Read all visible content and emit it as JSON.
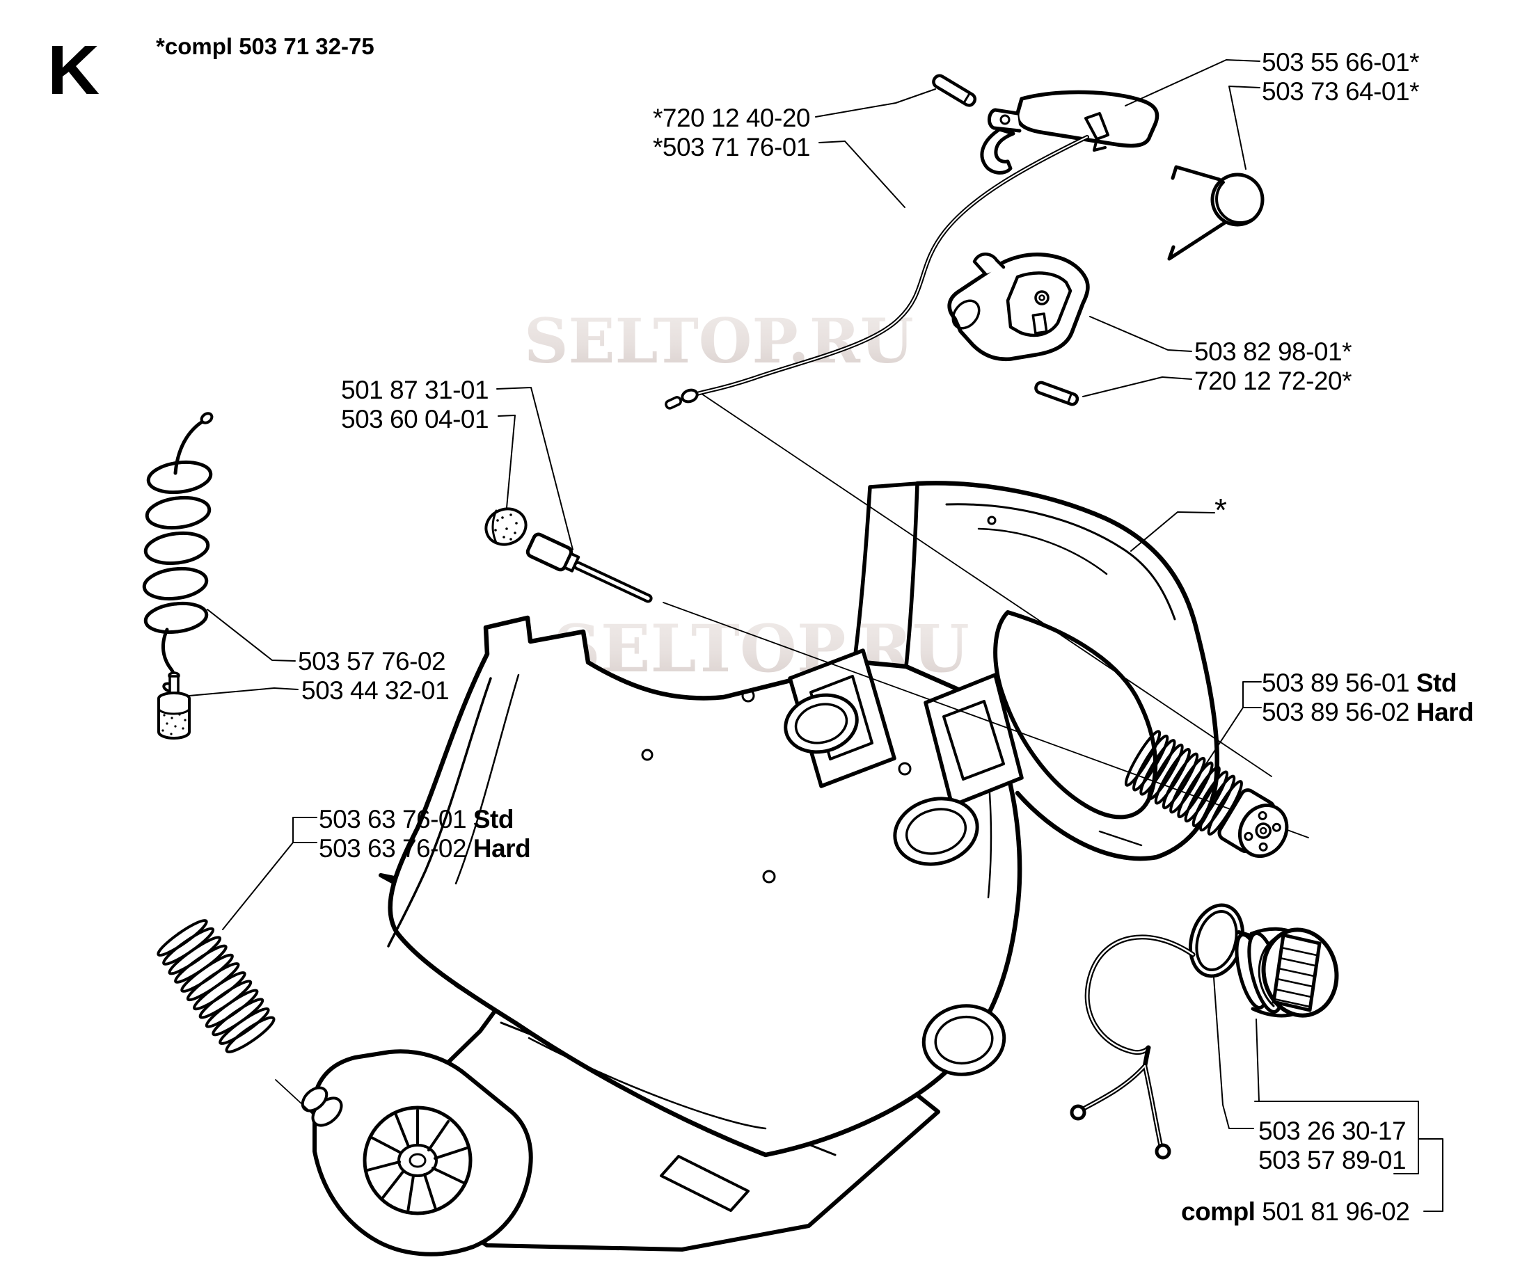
{
  "page": {
    "section_letter": "K",
    "assembly_note": "*compl 503 71 32-75"
  },
  "watermark": {
    "text": "SELTOP.RU"
  },
  "labels": {
    "throttle_trigger": "503 55 66-01*",
    "trigger_spring": "503 73 64-01*",
    "upper_pin": "*720 12 40-20",
    "throttle_cable": "*503 71 76-01",
    "lockout_lever": "503 82 98-01*",
    "lockout_pin": "720 12 72-20*",
    "adjuster_screw": "501 87 31-01",
    "plug": "503 60 04-01",
    "fuel_hose": "503 57 76-02",
    "fuel_filter": "503 44 32-01",
    "tank_assembly_mark": "*",
    "damper_rear_std": {
      "number": "503 89 56-01",
      "variant": "Std"
    },
    "damper_rear_hard": {
      "number": "503 89 56-02",
      "variant": "Hard"
    },
    "damper_front_std": {
      "number": "503 63 76-01",
      "variant": "Std"
    },
    "damper_front_hard": {
      "number": "503 63 76-02",
      "variant": "Hard"
    },
    "cap_retainer_ring": "503 26 30-17",
    "fuel_cap": "503 57 89-01",
    "fuel_cap_complete": {
      "prefix": "compl",
      "number": "501 81 96-02"
    }
  }
}
